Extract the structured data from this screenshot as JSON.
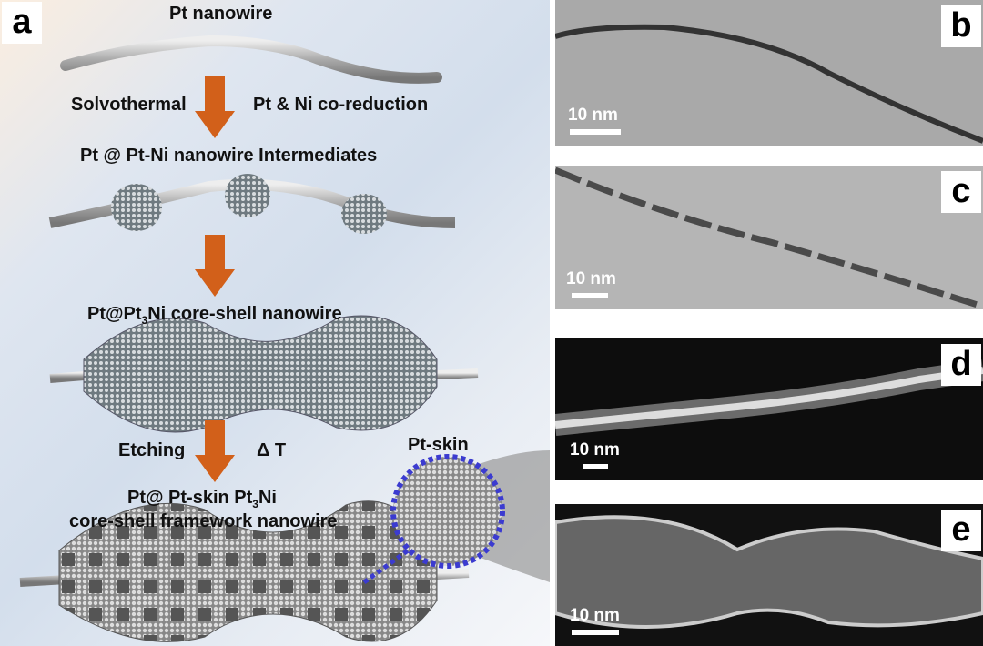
{
  "panel_a": {
    "letter": "a",
    "step1_label": "Pt nanowire",
    "cond1_left": "Solvothermal",
    "cond1_right": "Pt & Ni co-reduction",
    "step2_label": "Pt @ Pt-Ni nanowire Intermediates",
    "step3_label_pre": "Pt@Pt",
    "step3_sub": "3",
    "step3_label_post": "Ni core-shell nanowire",
    "cond2_left": "Etching",
    "cond2_right": "Δ T",
    "step4_line1_pre": "Pt@ Pt-skin Pt",
    "step4_sub": "3",
    "step4_line1_post": "Ni",
    "step4_line2": "core-shell framework nanowire",
    "inset_label": "Pt-skin",
    "arrow_color": "#d2601a",
    "inset_border_color": "#3b3bd0"
  },
  "panels": [
    {
      "letter": "b",
      "scale": "10 nm"
    },
    {
      "letter": "c",
      "scale": "10 nm"
    },
    {
      "letter": "d",
      "scale": "10 nm"
    },
    {
      "letter": "e",
      "scale": "10 nm"
    }
  ]
}
